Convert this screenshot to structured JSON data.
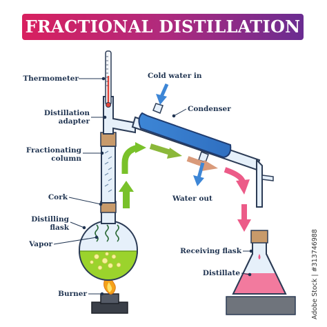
{
  "title": "FRACTIONAL DISTILLATION",
  "labels": {
    "thermometer": "Thermometer",
    "distillation_adapter_line1": "Distillation",
    "distillation_adapter_line2": "adapter",
    "fractionating_column_line1": "Fractionating",
    "fractionating_column_line2": "column",
    "cork": "Cork",
    "distilling_flask_line1": "Distilling",
    "distilling_flask_line2": "flask",
    "vapor": "Vapor",
    "burner": "Burner",
    "cold_water_in": "Cold water in",
    "condenser": "Condenser",
    "water_out": "Water out",
    "receiving_flask": "Receiving flask",
    "distillate": "Distillate"
  },
  "stock_id": "Adobe Stock | #313746988",
  "colors": {
    "banner_start": "#d8205f",
    "banner_end": "#6a2c91",
    "label_text": "#1f3350",
    "glass_fill": "#e6f0fa",
    "glass_stroke": "#2b3b55",
    "condenser_water": "#3d86d6",
    "green_liquid": "#9bd32c",
    "pink_distillate": "#f27a9e",
    "cork": "#c89a6a",
    "green_arrow": "#79c12a",
    "pink_arrow": "#ec5b88",
    "blue_arrow": "#3d86d6",
    "flame": "#f5a21a",
    "burner_base": "#3a3f48"
  }
}
